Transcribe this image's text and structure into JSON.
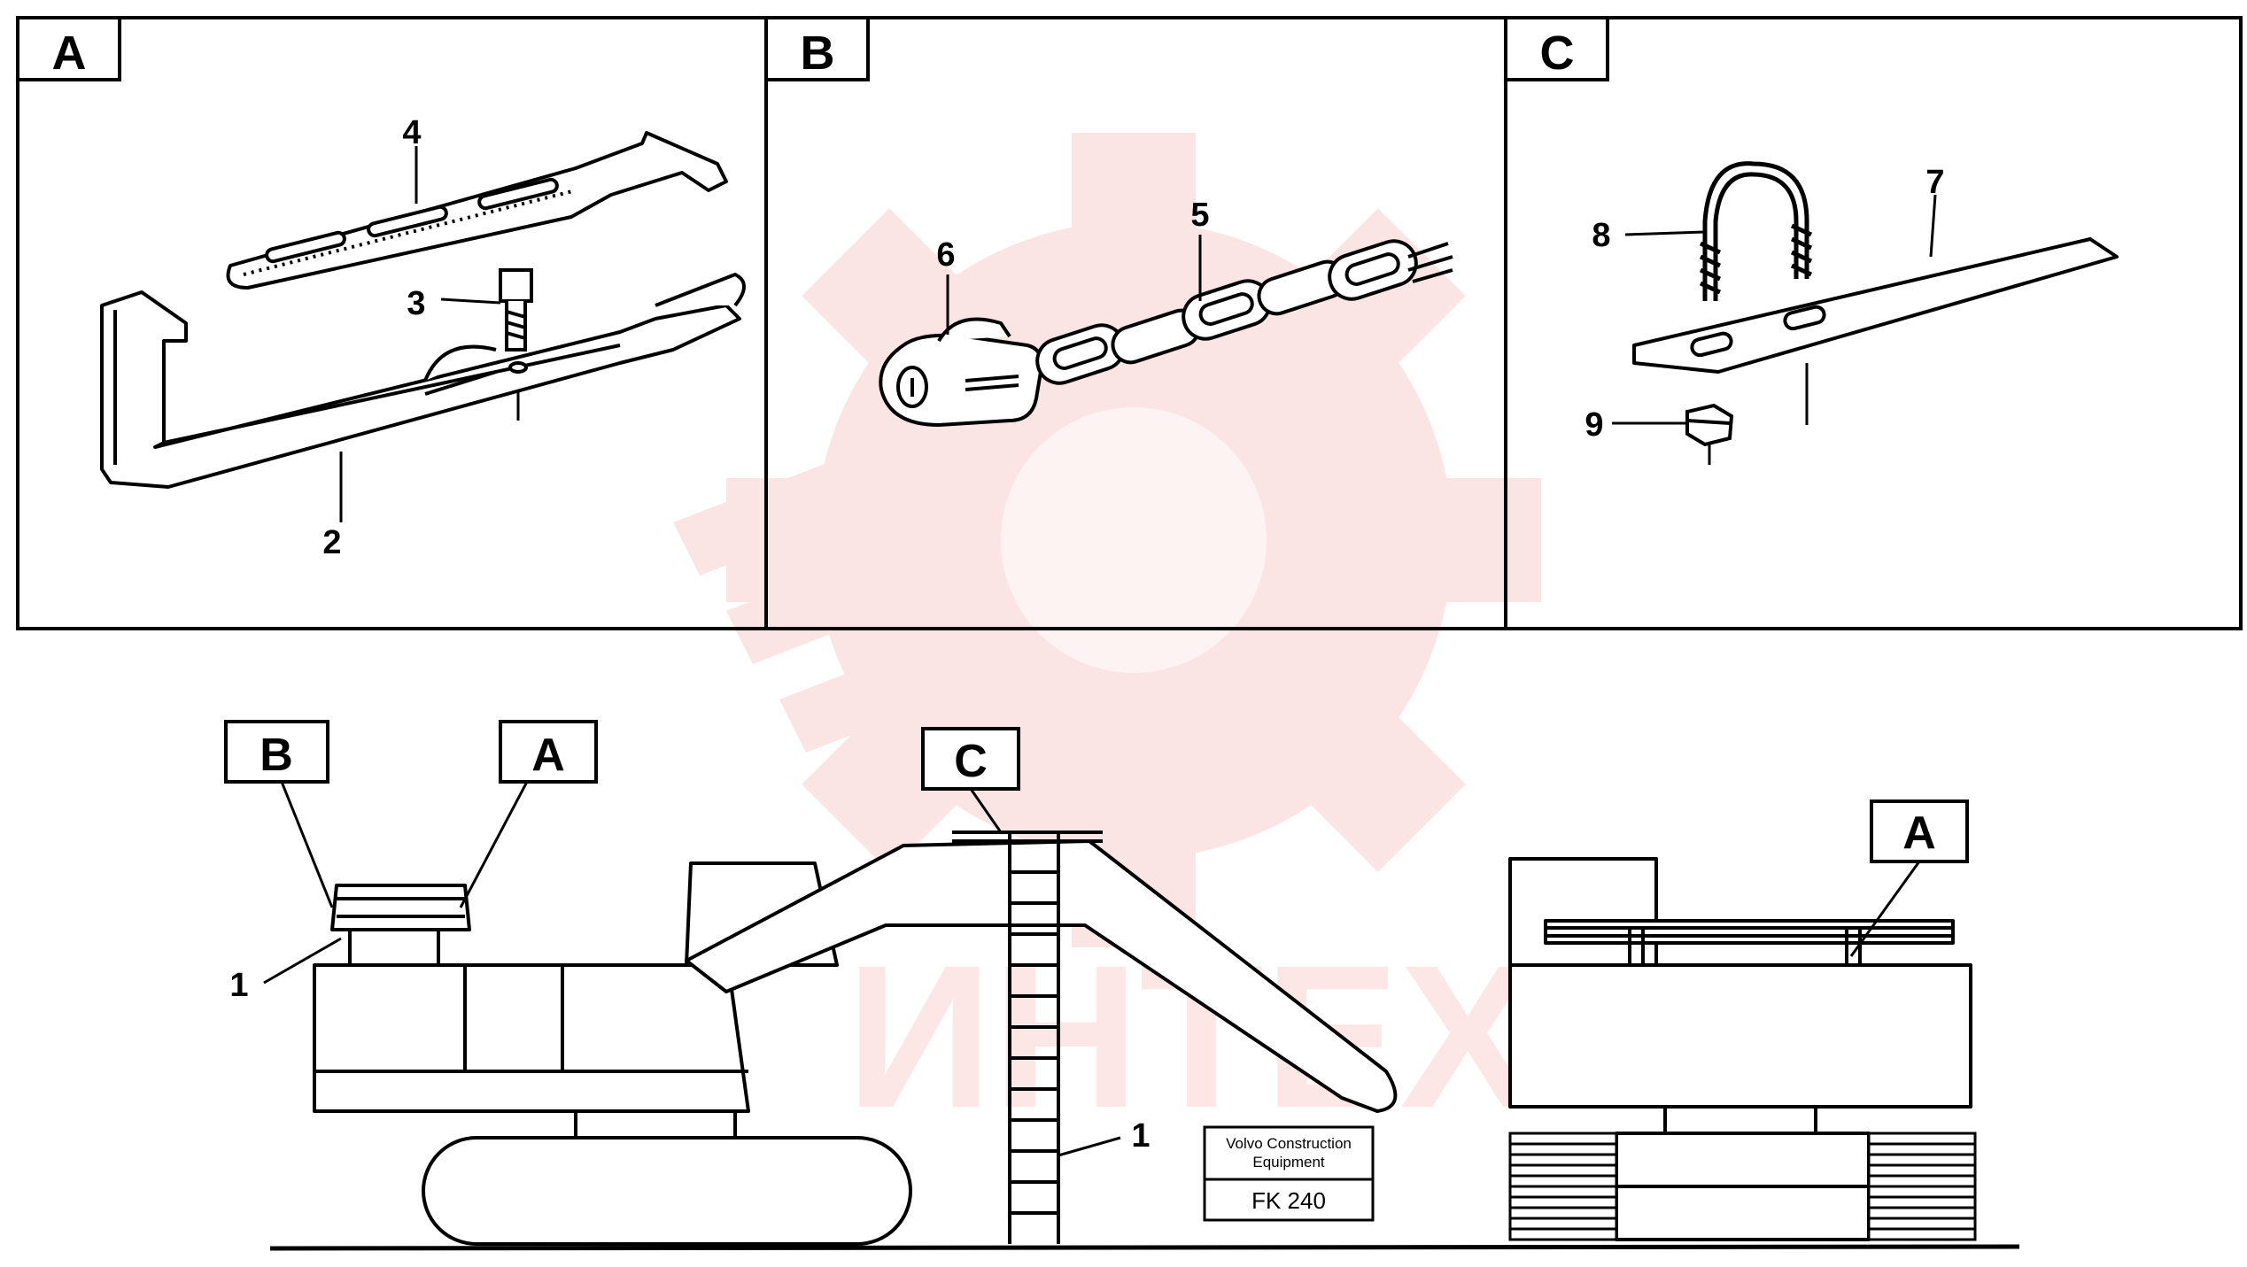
{
  "panels": [
    {
      "letter": "A"
    },
    {
      "letter": "B"
    },
    {
      "letter": "C"
    }
  ],
  "callouts": {
    "n1": "1",
    "n2": "2",
    "n3": "3",
    "n4": "4",
    "n5": "5",
    "n6": "6",
    "n7": "7",
    "n8": "8",
    "n9": "9"
  },
  "machine_tags": {
    "b": "B",
    "a": "A",
    "c": "C",
    "a_right": "A"
  },
  "stamp": {
    "line1": "Volvo Construction",
    "line2": "Equipment",
    "code": "FK 240"
  },
  "watermark": {
    "text": "ИНТЕХ",
    "color": "#e83a3a"
  }
}
